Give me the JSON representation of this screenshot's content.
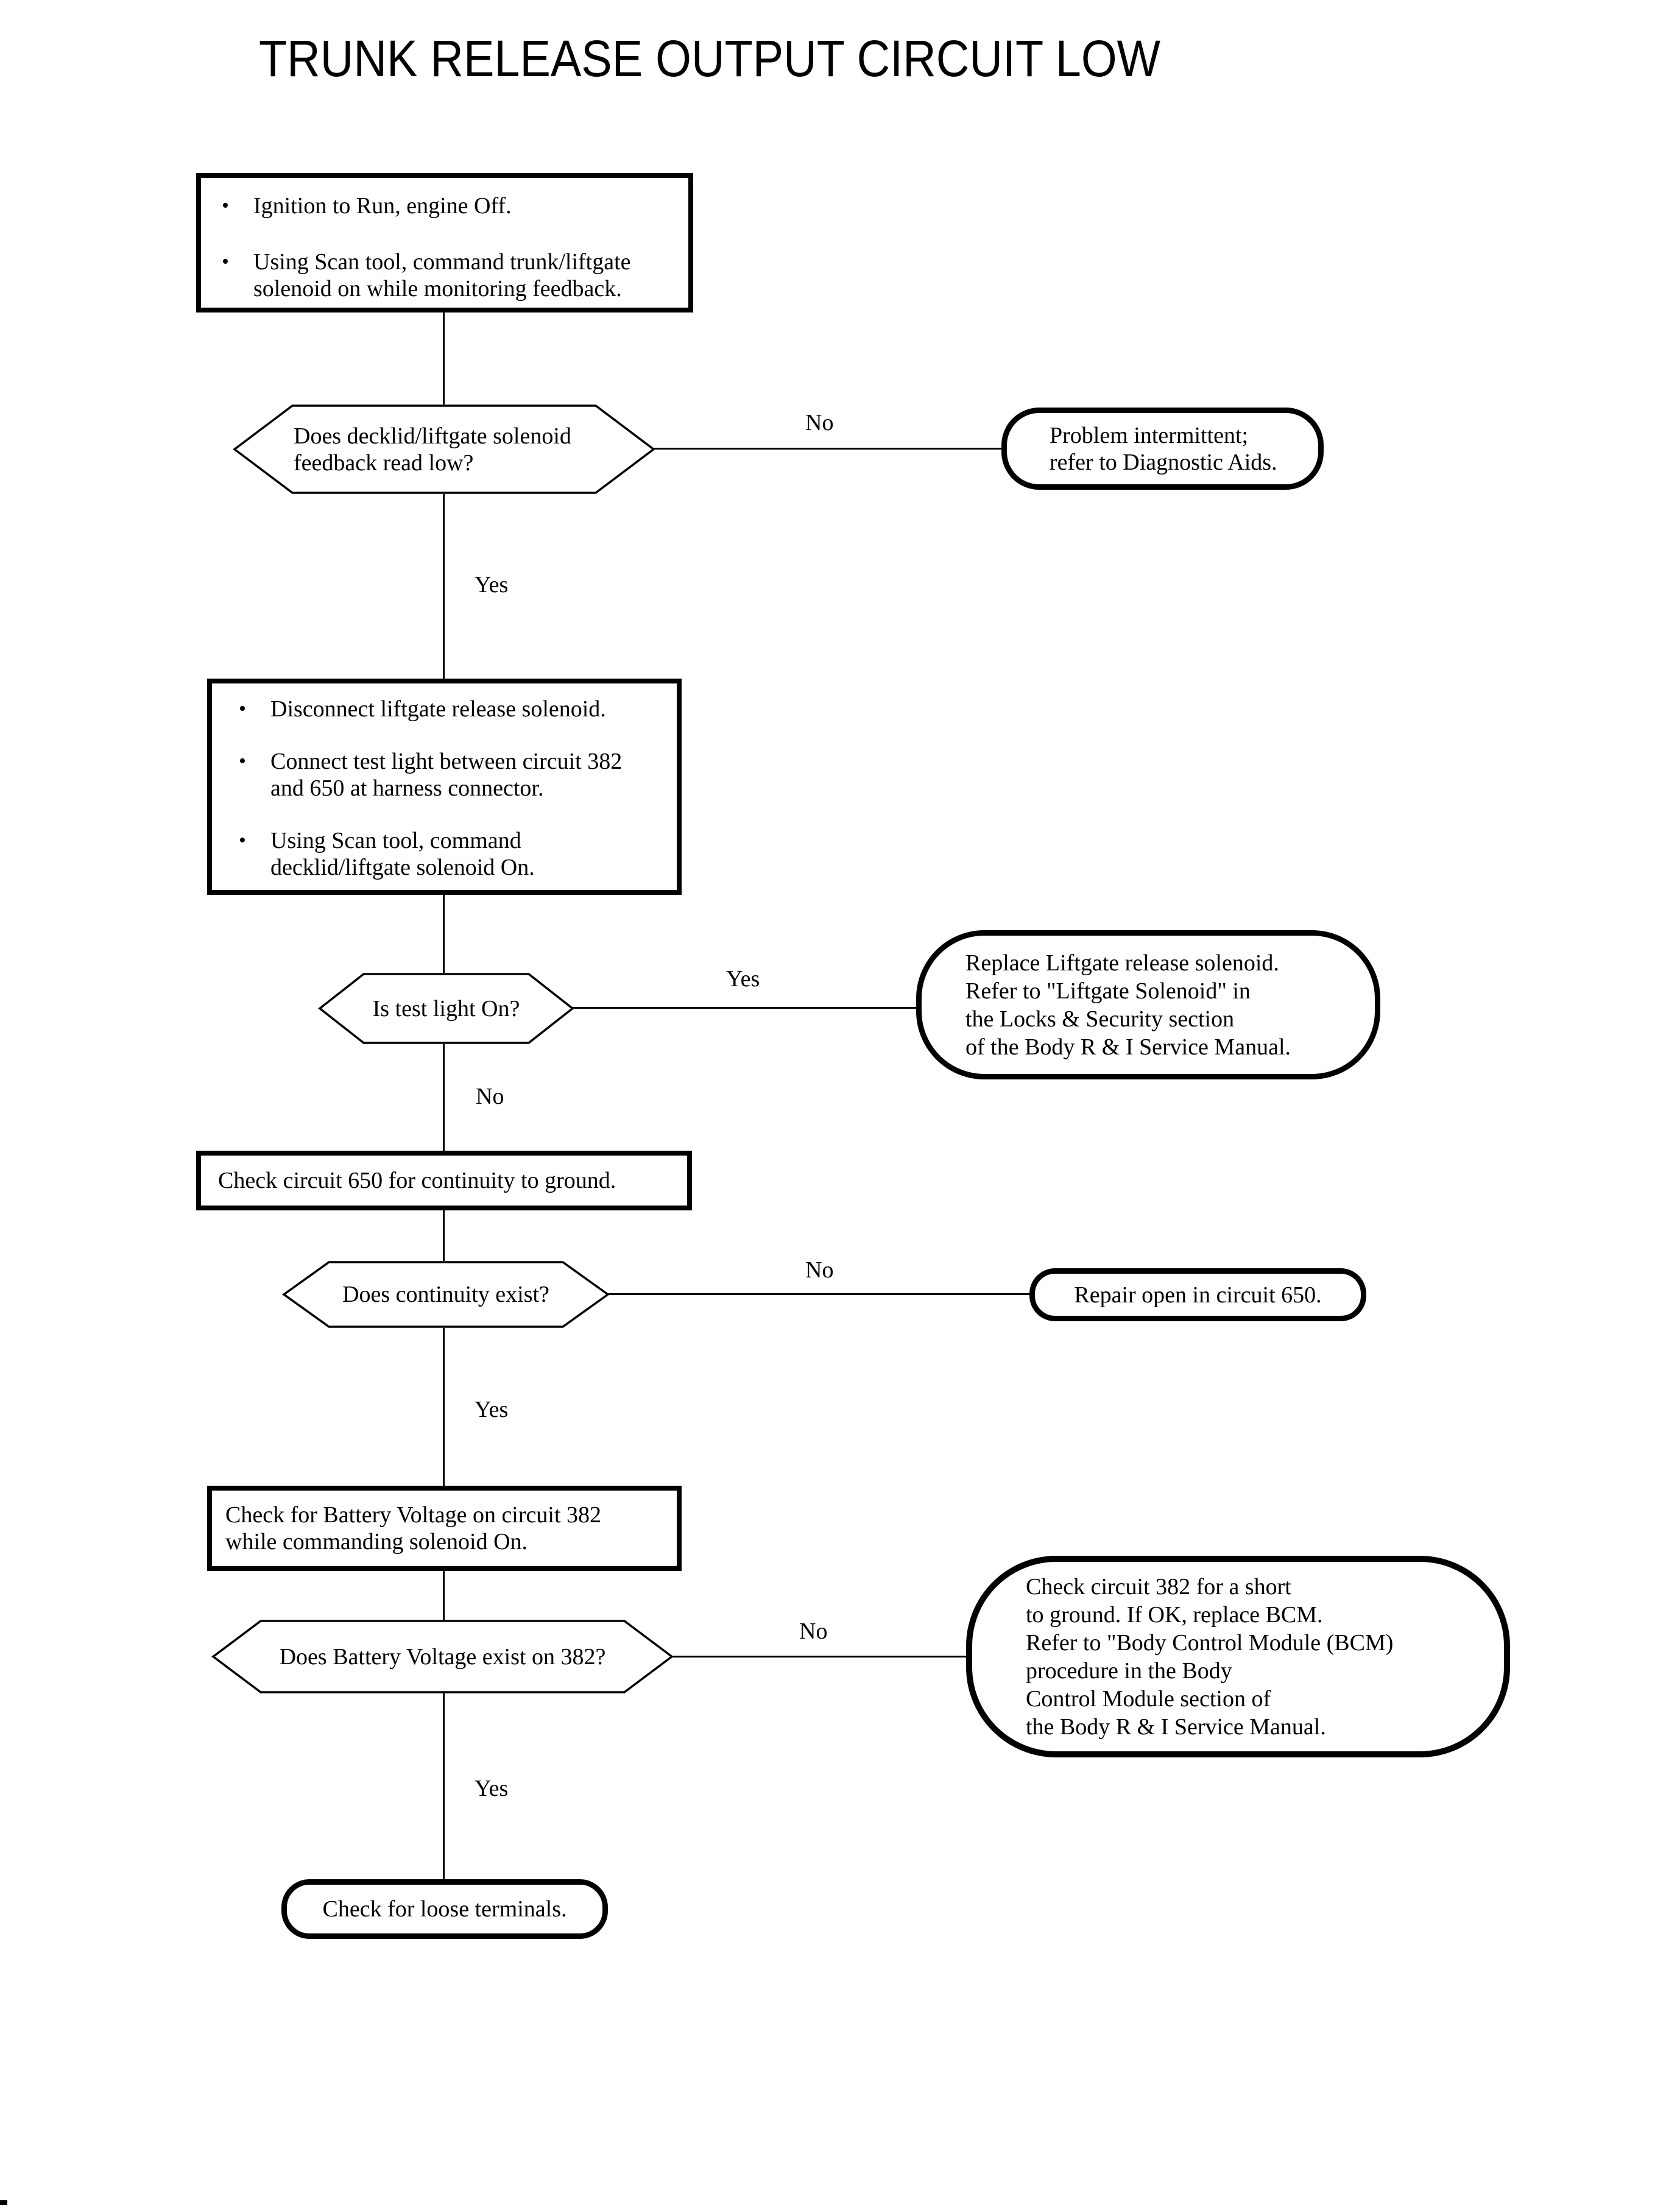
{
  "title": "TRUNK RELEASE OUTPUT CIRCUIT LOW",
  "glyphs": {
    "bullet": "•"
  },
  "nodes": {
    "step1": {
      "bullets": [
        "Ignition to Run, engine Off.",
        "Using Scan tool, command trunk/liftgate\nsolenoid on while monitoring feedback."
      ]
    },
    "decision1": {
      "text": "Does decklid/liftgate solenoid\nfeedback read low?"
    },
    "terminal_intermittent": {
      "text": "Problem intermittent;\nrefer to Diagnostic Aids."
    },
    "step2": {
      "bullets": [
        "Disconnect liftgate release solenoid.",
        "Connect test light between circuit 382\nand 650 at harness connector.",
        "Using Scan tool, command\ndecklid/liftgate solenoid On."
      ]
    },
    "decision2": {
      "text": "Is test light On?"
    },
    "terminal_replace_solenoid": {
      "text": "Replace Liftgate release solenoid.\nRefer to \"Liftgate Solenoid\" in\nthe Locks & Security section\nof the Body R & I Service Manual."
    },
    "step3": {
      "text": "Check circuit 650 for continuity to ground."
    },
    "decision3": {
      "text": "Does continuity exist?"
    },
    "terminal_repair_650": {
      "text": "Repair open in circuit 650."
    },
    "step4": {
      "text": "Check for Battery Voltage on circuit 382\nwhile commanding solenoid On."
    },
    "decision4": {
      "text": "Does Battery Voltage exist on 382?"
    },
    "terminal_bcm": {
      "text": "Check circuit 382 for a short\nto ground. If OK, replace BCM.\nRefer to \"Body Control Module (BCM)\nprocedure in the Body\nControl Module section of\nthe Body R & I Service Manual."
    },
    "terminal_loose_terminals": {
      "text": "Check for loose terminals."
    }
  },
  "branch_labels": {
    "d1_no": "No",
    "d1_yes": "Yes",
    "d2_yes": "Yes",
    "d2_no": "No",
    "d3_no": "No",
    "d3_yes": "Yes",
    "d4_no": "No",
    "d4_yes": "Yes"
  }
}
